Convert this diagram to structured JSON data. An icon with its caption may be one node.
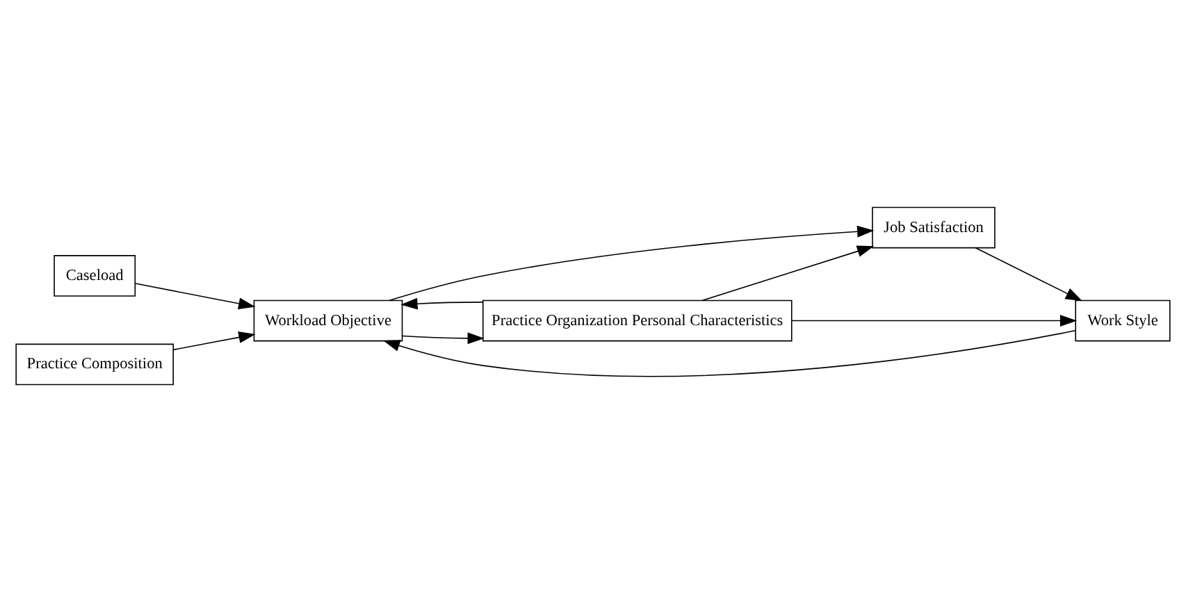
{
  "diagram": {
    "nodes": [
      {
        "text": [
          "Caseload"
        ]
      },
      {
        "text": [
          "Job Satisfaction"
        ]
      },
      {
        "text": [
          "Workload Objective"
        ]
      },
      {
        "text": [
          "Practice Organization Personal Characteristics"
        ]
      },
      {
        "text": [
          "Practice Composition"
        ]
      },
      {
        "text": [
          "Work Style"
        ]
      }
    ],
    "edges": [
      {
        "from": 0,
        "to": 2,
        "arrow": "to"
      },
      {
        "from": 2,
        "to": 1,
        "arrow": "to"
      },
      {
        "from": 2,
        "to": 3,
        "arrow": "to"
      },
      {
        "from": 3,
        "to": 2,
        "arrow": "to"
      },
      {
        "from": 3,
        "to": 1,
        "arrow": "to"
      },
      {
        "from": 3,
        "to": 5,
        "arrow": "to"
      },
      {
        "from": 1,
        "to": 5,
        "arrow": "to"
      },
      {
        "from": 4,
        "to": 2,
        "arrow": "to"
      },
      {
        "from": 5,
        "to": 2,
        "arrow": "to"
      }
    ]
  }
}
